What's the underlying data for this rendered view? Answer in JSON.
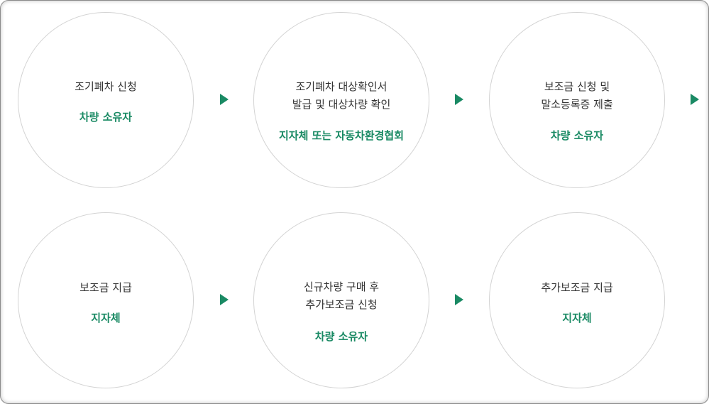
{
  "accent_color": "#1a8a64",
  "steps": [
    {
      "title_lines": [
        "조기폐차 신청"
      ],
      "actor": "차량 소유자"
    },
    {
      "title_lines": [
        "조기폐차 대상확인서",
        "발급 및 대상차량 확인"
      ],
      "actor": "지자체 또는 자동차환경협회"
    },
    {
      "title_lines": [
        "보조금 신청 및",
        "말소등록증 제출"
      ],
      "actor": "차량 소유자"
    },
    {
      "title_lines": [
        "보조금 지급"
      ],
      "actor": "지자체"
    },
    {
      "title_lines": [
        "신규차량 구매 후",
        "추가보조금 신청"
      ],
      "actor": "차량 소유자"
    },
    {
      "title_lines": [
        "추가보조금 지급"
      ],
      "actor": "지자체"
    }
  ],
  "arrow_icon": "triangle-right-icon"
}
